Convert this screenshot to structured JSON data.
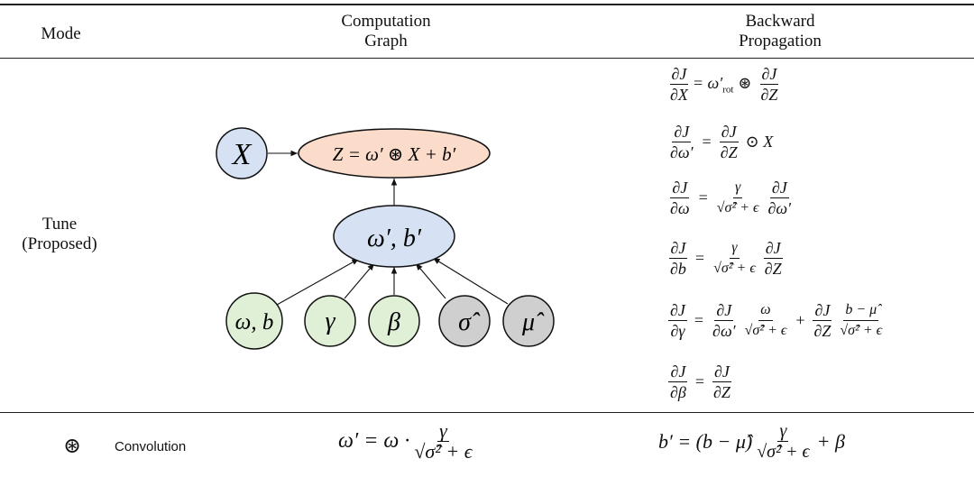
{
  "header": {
    "mode": "Mode",
    "graph_line1": "Computation",
    "graph_line2": "Graph",
    "backward_line1": "Backward",
    "backward_line2": "Propagation"
  },
  "row": {
    "mode_line1": "Tune",
    "mode_line2": "(Proposed)"
  },
  "graph": {
    "node_x": "X",
    "node_z": "Z = ω′ ⊛ X + b′",
    "node_wb_prime": "ω′, b′",
    "inputs": [
      "ω, b",
      "γ",
      "β",
      "σ̂",
      "μ̂"
    ]
  },
  "equations": {
    "e1": {
      "num": "∂J",
      "den": "∂X",
      "rhs_a": "= ω′",
      "rhs_sub": "rot",
      "rhs_b": "⊛",
      "num2": "∂J",
      "den2": "∂Z"
    },
    "e2": {
      "num": "∂J",
      "den": "∂ω′",
      "eq": "=",
      "num2": "∂J",
      "den2": "∂Z",
      "tail": "⊙ X"
    },
    "e3": {
      "num": "∂J",
      "den": "∂ω",
      "eq": "=",
      "num2": "γ",
      "den2": "√σ̂² + ϵ",
      "num3": "∂J",
      "den3": "∂ω′"
    },
    "e4": {
      "num": "∂J",
      "den": "∂b",
      "eq": "=",
      "num2": "γ",
      "den2": "√σ̂² + ϵ",
      "num3": "∂J",
      "den3": "∂Z"
    },
    "e5": {
      "num": "∂J",
      "den": "∂γ",
      "eq": "=",
      "num2": "∂J",
      "den2": "∂ω′",
      "num3": "ω",
      "den3": "√σ̂² + ϵ",
      "plus": "+",
      "num4": "∂J",
      "den4": "∂Z",
      "num5": "b − μ̂",
      "den5": "√σ̂² + ϵ"
    },
    "e6": {
      "num": "∂J",
      "den": "∂β",
      "eq": "=",
      "num2": "∂J",
      "den2": "∂Z"
    }
  },
  "footer": {
    "symbol": "⊛",
    "symbol_label": "Convolution",
    "w_lhs": "ω′ = ω ·",
    "w_num": "γ",
    "w_den": "√σ̂² + ϵ",
    "b_lhs": "b′ = (b − μ̂)",
    "b_num": "γ",
    "b_den": "√σ̂² + ϵ",
    "b_tail": "+ β"
  },
  "colors": {
    "blue_node": "#d6e2f4",
    "orange_node": "#fbdccb",
    "green_node": "#dff0d6",
    "gray_node": "#cfcfcf"
  }
}
